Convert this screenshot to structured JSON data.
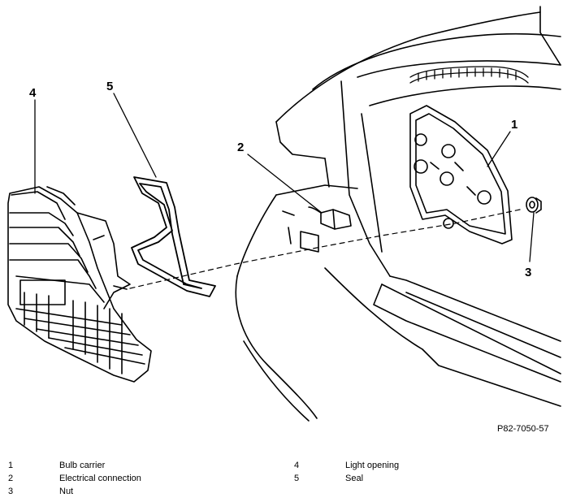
{
  "callouts": {
    "c1": "1",
    "c2": "2",
    "c3": "3",
    "c4": "4",
    "c5": "5"
  },
  "reference_code": "P82-7050-57",
  "legend": {
    "left": [
      {
        "num": "1",
        "text": "Bulb carrier"
      },
      {
        "num": "2",
        "text": "Electrical connection"
      },
      {
        "num": "3",
        "text": "Nut"
      }
    ],
    "right": [
      {
        "num": "4",
        "text": "Light opening"
      },
      {
        "num": "5",
        "text": "Seal"
      }
    ]
  }
}
